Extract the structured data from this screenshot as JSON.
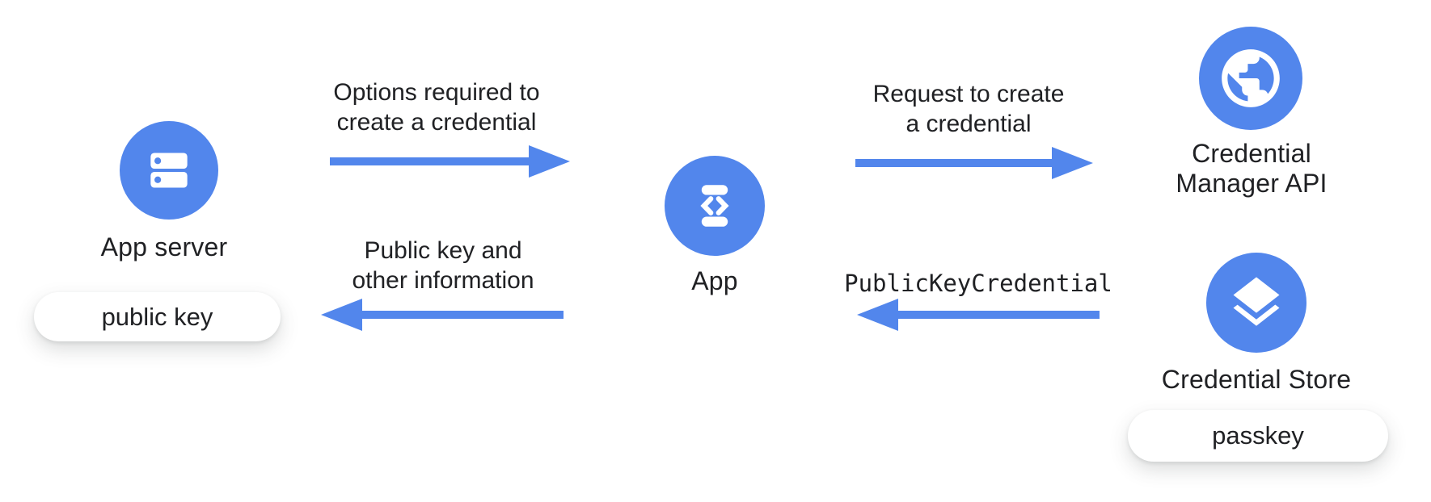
{
  "colors": {
    "primary_blue": "#5286EC",
    "text_dark": "#202124",
    "pill_background": "#ffffff",
    "canvas_background": "#ffffff"
  },
  "nodes": {
    "app_server": {
      "label": "App server",
      "icon": "server-icon",
      "badge": "public key"
    },
    "app": {
      "label": "App",
      "icon": "phone-code-icon"
    },
    "credential_manager": {
      "label_line1": "Credential",
      "label_line2": "Manager API",
      "icon": "globe-icon"
    },
    "credential_store": {
      "label": "Credential Store",
      "icon": "layers-icon",
      "badge": "passkey"
    }
  },
  "arrows": [
    {
      "direction": "right",
      "label_line1": "Options required to",
      "label_line2": "create a credential"
    },
    {
      "direction": "left",
      "label_line1": "Public key and",
      "label_line2": "other information"
    },
    {
      "direction": "right",
      "label_line1": "Request to create",
      "label_line2": "a credential"
    },
    {
      "direction": "left",
      "label": "PublicKeyCredential"
    }
  ]
}
